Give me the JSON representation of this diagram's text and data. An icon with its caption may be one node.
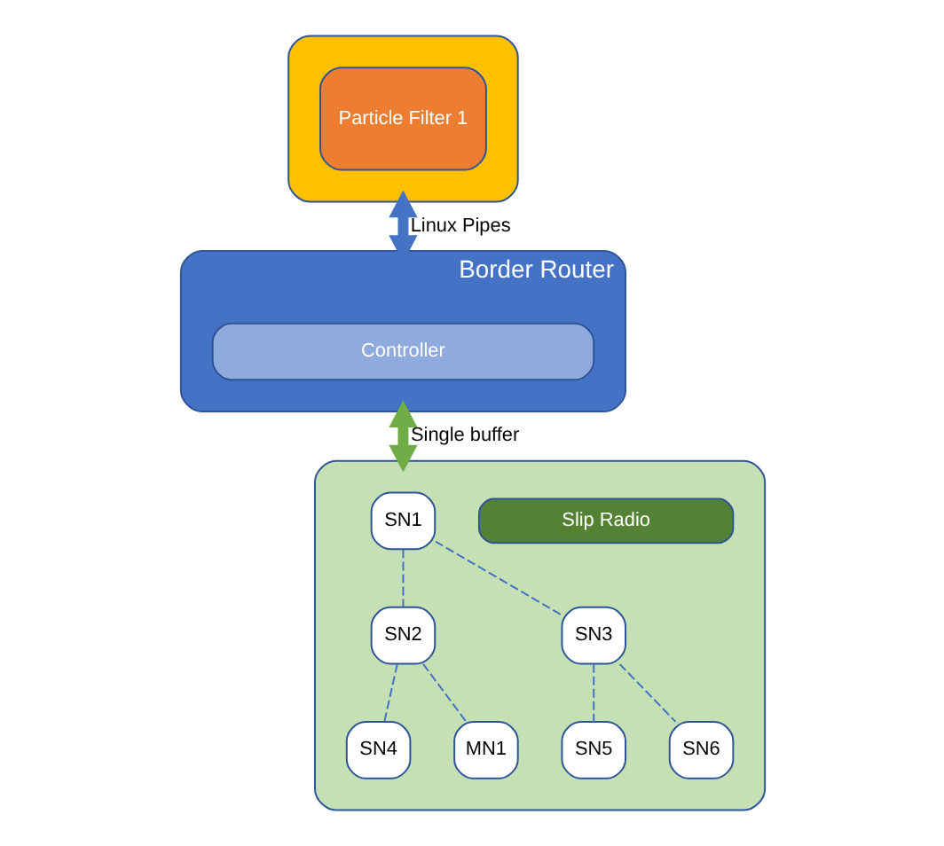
{
  "diagram": {
    "nodes": [
      {
        "text": [],
        "shape": "box"
      },
      {
        "text": [
          "Particle Filter 1"
        ],
        "in": 0
      },
      {
        "text": [
          "Border Router"
        ]
      },
      {
        "text": [
          "Controller"
        ],
        "in": 2
      },
      {
        "text": [],
        "shape": "box"
      },
      {
        "text": [
          "Slip Radio"
        ],
        "in": 4
      },
      {
        "text": [
          "SN1"
        ],
        "in": 4
      },
      {
        "text": [
          "SN2"
        ],
        "in": 4
      },
      {
        "text": [
          "SN3"
        ],
        "in": 4
      },
      {
        "text": [
          "SN4"
        ],
        "in": 4
      },
      {
        "text": [
          "MN1"
        ],
        "in": 4
      },
      {
        "text": [
          "SN5"
        ],
        "in": 4
      },
      {
        "text": [
          "SN6"
        ],
        "in": 4
      }
    ],
    "edges": [
      {
        "from": 0,
        "to": 2,
        "arrow": "both",
        "label": "Linux Pipes",
        "style": "thick"
      },
      {
        "from": 2,
        "to": 4,
        "arrow": "both",
        "label": "Single buffer",
        "style": "thick",
        "color": "#70ad47"
      },
      {
        "from": 7,
        "to": 6,
        "arrow": "none",
        "style": "dashed"
      },
      {
        "from": 6,
        "to": 8,
        "arrow": "none",
        "style": "dashed"
      },
      {
        "from": 7,
        "to": 9,
        "arrow": "none",
        "style": "dashed"
      },
      {
        "from": 7,
        "to": 10,
        "arrow": "none",
        "style": "dashed"
      },
      {
        "from": 8,
        "to": 11,
        "arrow": "none",
        "style": "dashed"
      },
      {
        "from": 8,
        "to": 12,
        "arrow": "none",
        "style": "dashed"
      }
    ]
  }
}
